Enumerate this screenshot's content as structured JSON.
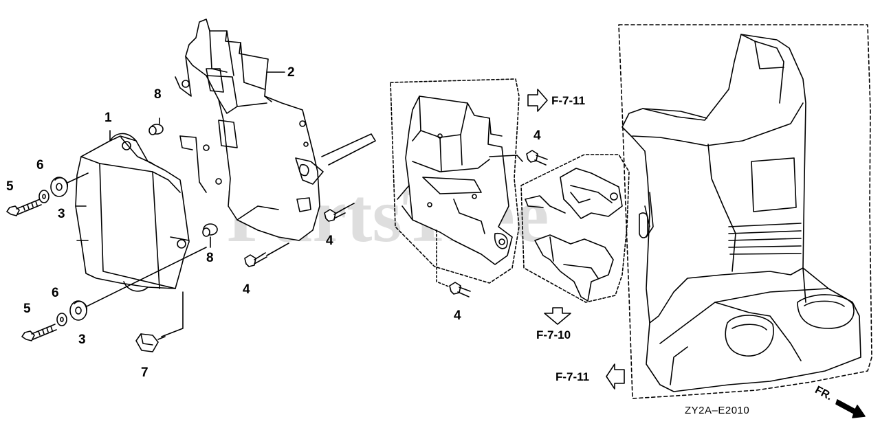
{
  "parts": {
    "p1": "1",
    "p2": "2",
    "p3a": "3",
    "p3b": "3",
    "p4a": "4",
    "p4b": "4",
    "p4c": "4",
    "p4d": "4",
    "p5a": "5",
    "p5b": "5",
    "p6a": "6",
    "p6b": "6",
    "p7": "7",
    "p8a": "8",
    "p8b": "8"
  },
  "refs": {
    "f711_top": "F-7-11",
    "f710": "F-7-10",
    "f711_bottom": "F-7-11"
  },
  "diagram_code": "ZY2A–E2010",
  "front_marker": "FR.",
  "watermark": "PartsTree",
  "colors": {
    "line": "#000000",
    "watermark": "#a0a0a0"
  }
}
